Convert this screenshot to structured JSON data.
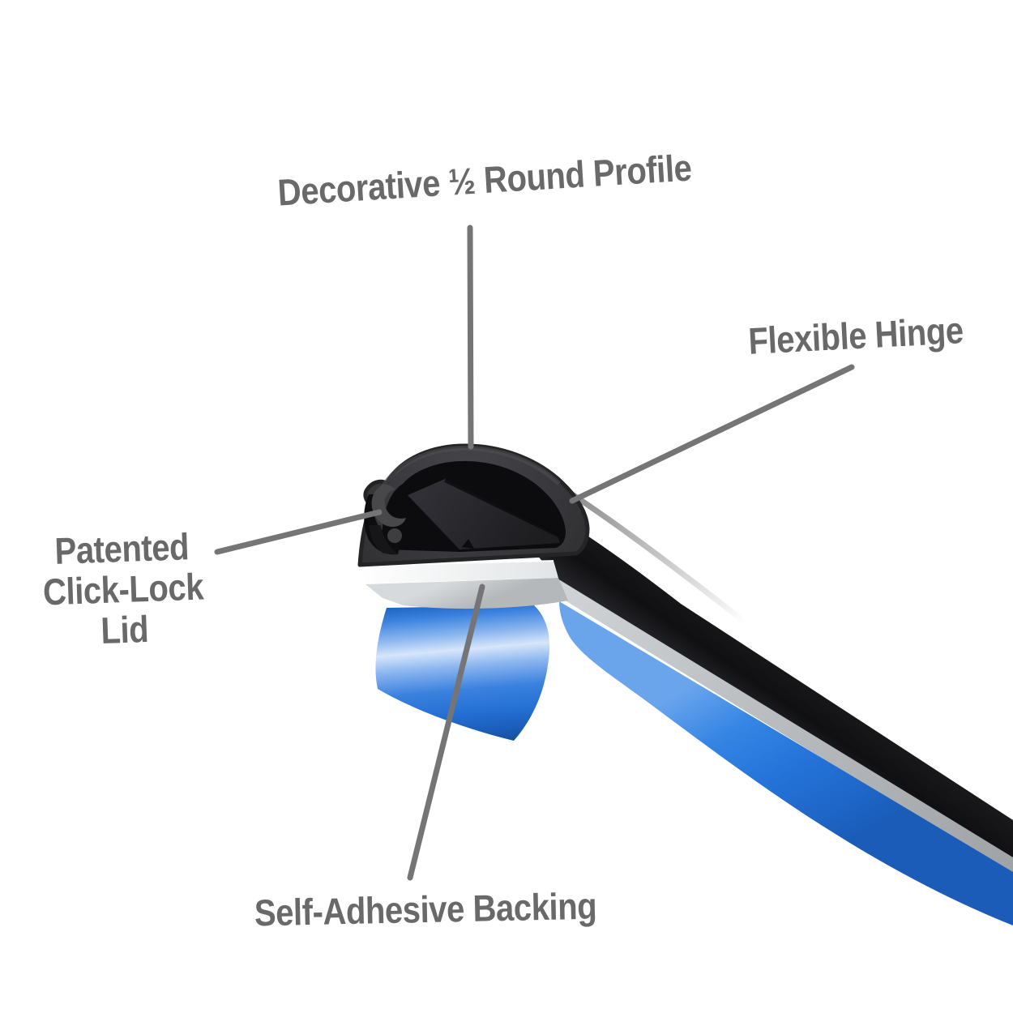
{
  "labels": {
    "profile": "Decorative ½ Round Profile",
    "hinge": "Flexible Hinge",
    "lid_lines": [
      "Patented",
      "Click-Lock",
      "Lid"
    ],
    "backing": "Self-Adhesive Backing"
  },
  "colors": {
    "background": "#ffffff",
    "label_text": "#696969",
    "callout_line": "#757577",
    "profile_body": "#3a3a3e",
    "profile_interior": "#0c0c0e",
    "base_plate_white": "#eceeef",
    "base_plate_edge_gray": "#b4b8bb",
    "adhesive_liner_blue": "#2574da",
    "liner_highlight_blue": "#d6e6fa"
  }
}
